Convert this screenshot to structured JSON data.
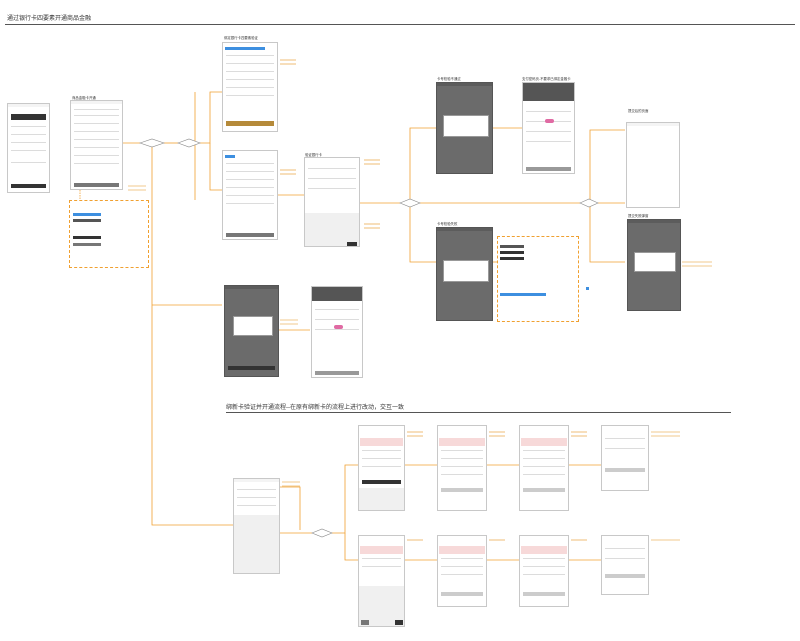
{
  "titles": {
    "main": "通过银行卡四要素开通商品金融",
    "section2": "绑新卡验证并开通流程--在原有绑新卡的流程上进行改动，交互一致"
  },
  "screen_labels": {
    "dark_dialog_a": "卡号校验不通过",
    "bank_list": "支付密码页-不要求已绑定金融卡",
    "dark_dialog_b": "卡号校验失败",
    "card_verify": "验证银行卡",
    "blank_success": "提交后的页面",
    "dark_dialog_c": "提交失败弹窗",
    "left_list": "商品金融卡开通",
    "verify_desc": "绑定银行卡四要素验证"
  },
  "colors": {
    "connector": "#f0a030",
    "annotation": "#e5931c",
    "phone_dark": "#6b6b6b",
    "accent_blue": "#3d8fe0",
    "accent_gold": "#b58a3a",
    "highlight_pink": "#f7d9d9"
  }
}
